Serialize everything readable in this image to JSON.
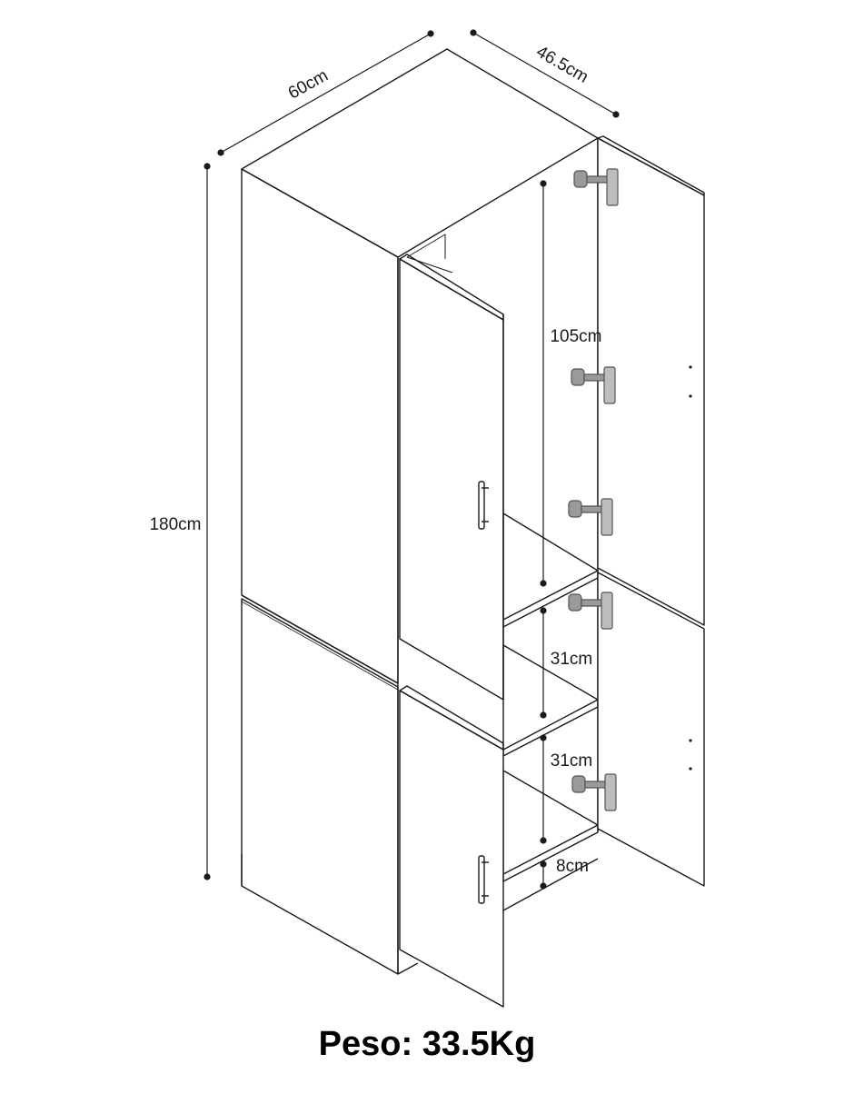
{
  "dimensions": {
    "width": "60cm",
    "depth": "46.5cm",
    "height": "180cm",
    "upper_compartment": "105cm",
    "shelf_gap_1": "31cm",
    "shelf_gap_2": "31cm",
    "base": "8cm"
  },
  "weight_label": "Peso: 33.5Kg",
  "colors": {
    "line": "#1a1a1a",
    "hinge": "#6b6b6b",
    "background": "#ffffff"
  }
}
